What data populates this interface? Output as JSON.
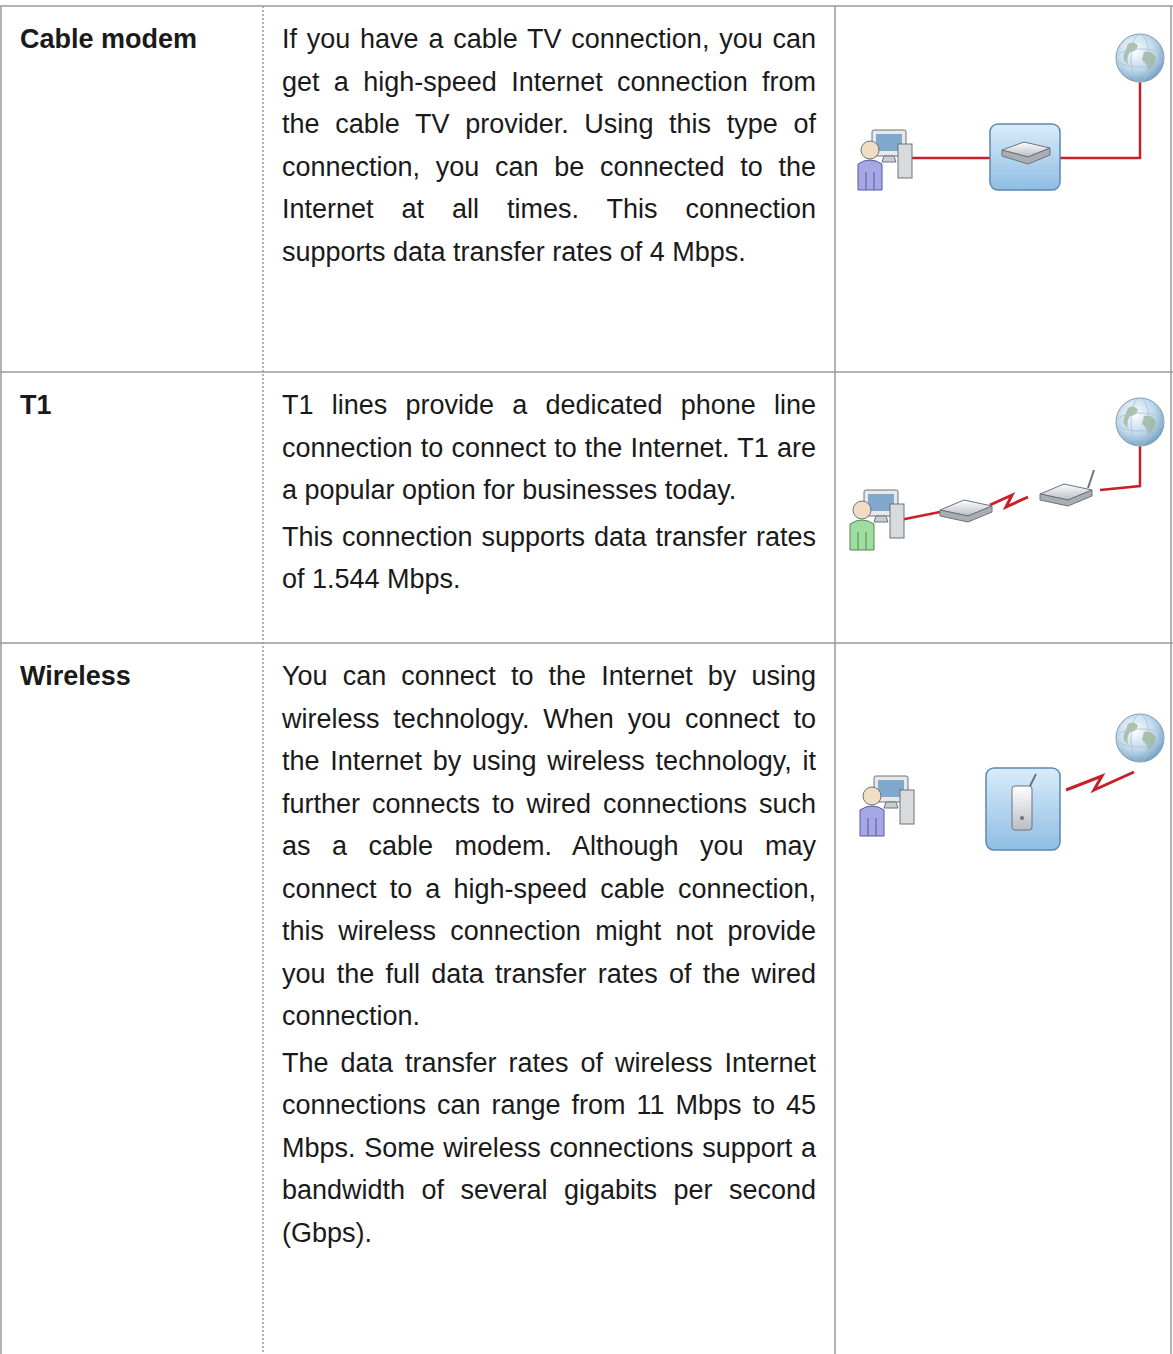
{
  "diagram": {
    "labels": [
      "Cable modem",
      "If you have a cable TV connection, you can get a high-speed Internet connection from the cable TV provider. Using this type of connection, you can be connected to the Internet at all times. This connection supports data transfer rates of 4 Mbps.",
      "T1",
      "T1 lines provide a dedicated phone line connection to connect to the Internet. T1 are a popular option for businesses today.",
      "This connection supports data transfer rates of 1.544 Mbps.",
      "Wireless",
      "You can connect to the Internet by using wireless technology. When you connect to the Internet by using wireless technology, it further connects to wired connections such as a cable modem. Although you may connect to a high-speed cable connection, this wireless connection might not provide you the full data transfer rates of the wired connection.",
      "The data transfer rates of wireless Internet connections can range from 11 Mbps to 45 Mbps. Some wireless connections support a bandwidth of several gigabits per second (Gbps)."
    ]
  }
}
